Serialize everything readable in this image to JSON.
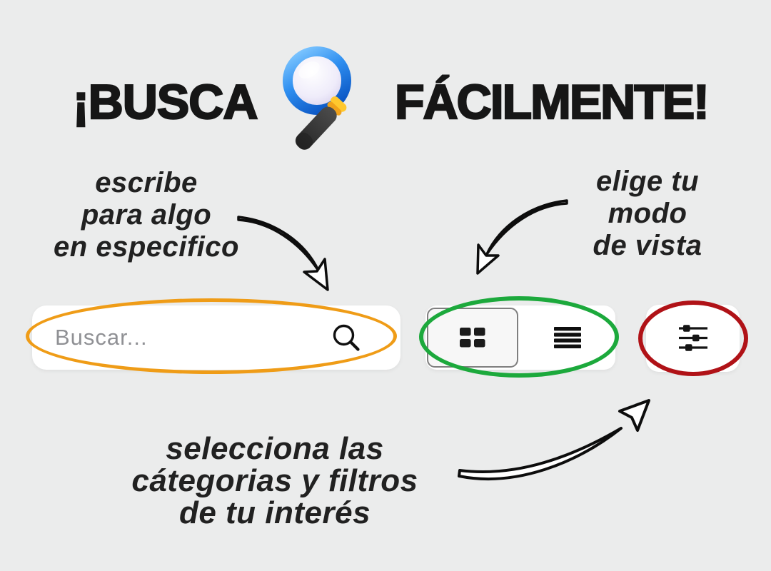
{
  "title": {
    "prefix": "¡BUSCA",
    "suffix": "FÁCILMENTE!"
  },
  "callouts": {
    "search": {
      "lines": [
        "escribe",
        "para algo",
        "en especifico"
      ]
    },
    "view": {
      "lines": [
        "elige tu",
        "modo",
        "de vista"
      ]
    },
    "filter": {
      "lines": [
        "selecciona las",
        "cátegorias y filtros",
        "de tu interés"
      ]
    }
  },
  "search_bar": {
    "placeholder": "Buscar..."
  },
  "view_toggle": {
    "grid_option": {
      "icon": "grid-view-icon",
      "selected": true
    },
    "list_option": {
      "icon": "list-view-icon",
      "selected": false
    }
  },
  "filter_button": {
    "icon": "sliders-filter-icon"
  },
  "icons": {
    "title_icon": "magnifying-glass-emoji",
    "search_field_icon": "search-icon"
  },
  "colors": {
    "background": "#ebecec",
    "title_text": "#161616",
    "annotation_text": "#212121",
    "search_highlight": "#EF9C17",
    "view_highlight": "#1CA93C",
    "filter_highlight": "#B01217",
    "placeholder_text": "#8F9094",
    "panel": "#FFFFFF",
    "icon_dark": "#1B1B1B",
    "selected_border": "#7F7F7F"
  }
}
